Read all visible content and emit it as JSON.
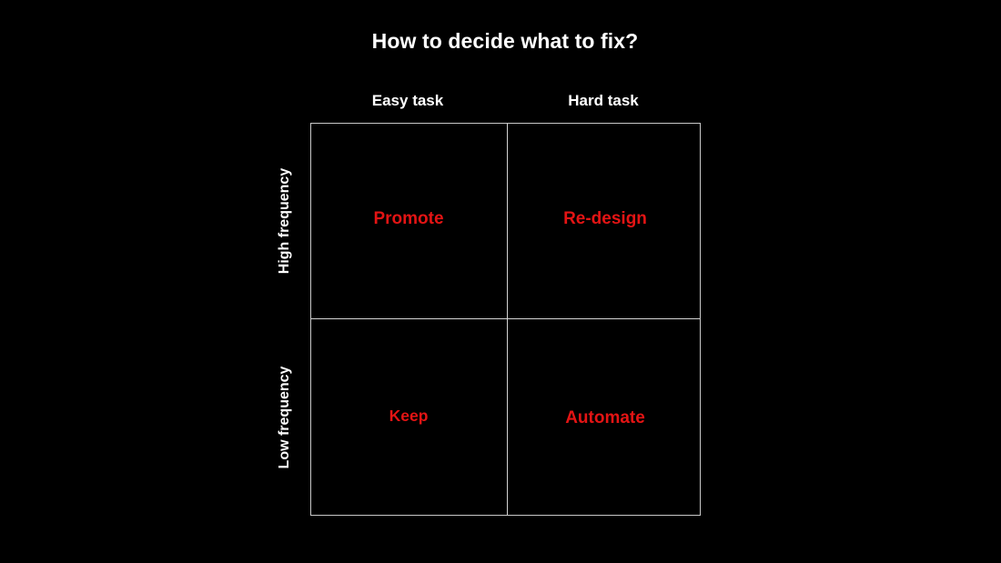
{
  "slide": {
    "title": "How to decide what to fix?",
    "background_color": "#000000",
    "text_color": "#ffffff",
    "accent_color": "#e31414",
    "grid_line_color": "#d4d4d4"
  },
  "matrix": {
    "columns": [
      {
        "label": "Easy task"
      },
      {
        "label": "Hard task"
      }
    ],
    "rows": [
      {
        "label": "High frequency"
      },
      {
        "label": "Low frequency"
      }
    ],
    "cells": [
      {
        "label": "Promote",
        "row": "High frequency",
        "column": "Easy task"
      },
      {
        "label": "Re-design",
        "row": "High frequency",
        "column": "Hard task"
      },
      {
        "label": "Keep",
        "row": "Low frequency",
        "column": "Easy task"
      },
      {
        "label": "Automate",
        "row": "Low frequency",
        "column": "Hard task"
      }
    ]
  }
}
